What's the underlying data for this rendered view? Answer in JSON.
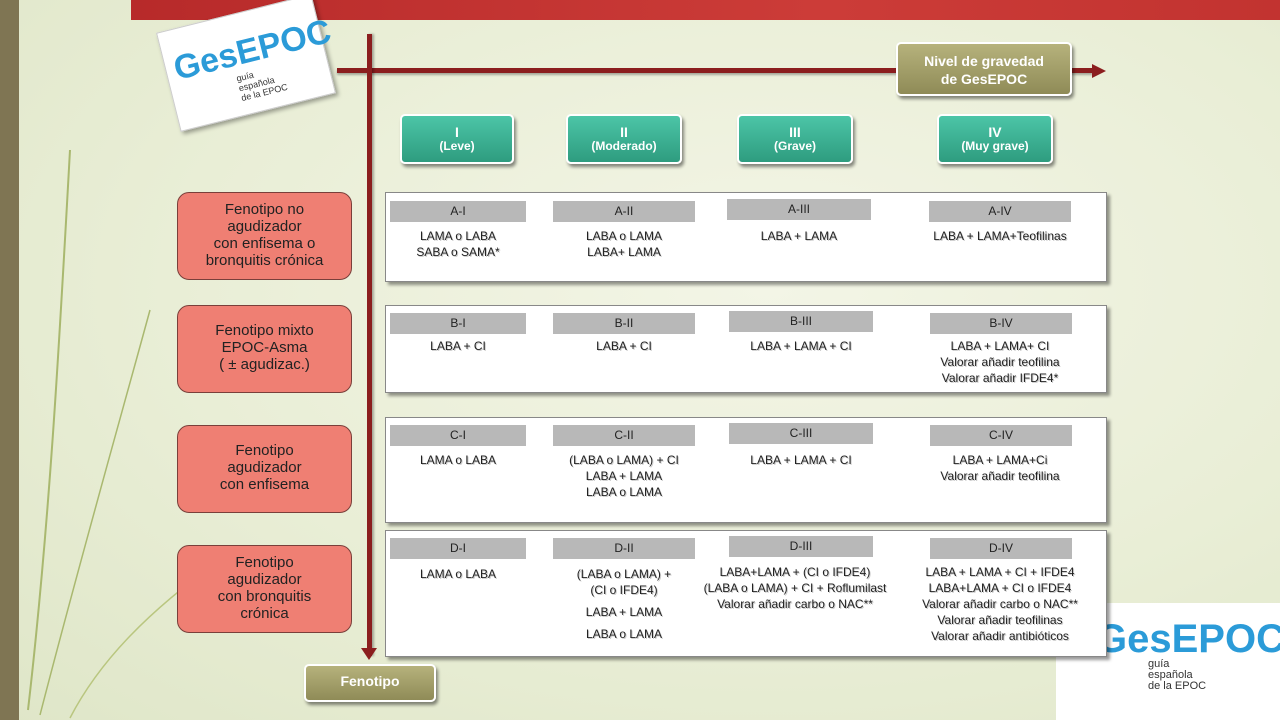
{
  "severity_axis_title": [
    "Nivel de gravedad",
    "de GesEPOC"
  ],
  "phenotype_axis_title": "Fenotipo",
  "logo": {
    "brand": "GesEPOC",
    "sub": [
      "guía",
      "española",
      "de la EPOC"
    ]
  },
  "severity_levels": [
    {
      "roman": "I",
      "name": "(Leve)"
    },
    {
      "roman": "II",
      "name": "(Moderado)"
    },
    {
      "roman": "III",
      "name": "(Grave)"
    },
    {
      "roman": "IV",
      "name": "(Muy grave)"
    }
  ],
  "phenotypes": [
    {
      "lines": [
        "Fenotipo no",
        "agudizador",
        "con enfisema o",
        "bronquitis crónica"
      ]
    },
    {
      "lines": [
        "Fenotipo mixto",
        "EPOC-Asma",
        "( ± agudizac.)"
      ]
    },
    {
      "lines": [
        "Fenotipo",
        "agudizador",
        "con enfisema"
      ]
    },
    {
      "lines": [
        "Fenotipo",
        "agudizador",
        "con bronquitis",
        "crónica"
      ]
    }
  ],
  "cells": [
    [
      {
        "code": "A-I",
        "lines": [
          "LAMA o LABA",
          "SABA o SAMA*"
        ]
      },
      {
        "code": "A-II",
        "lines": [
          "LABA o LAMA",
          "LABA+ LAMA"
        ]
      },
      {
        "code": "A-III",
        "lines": [
          "LABA + LAMA"
        ]
      },
      {
        "code": "A-IV",
        "lines": [
          "LABA + LAMA+Teofilinas"
        ]
      }
    ],
    [
      {
        "code": "B-I",
        "lines": [
          "LABA + CI"
        ]
      },
      {
        "code": "B-II",
        "lines": [
          "LABA + CI"
        ]
      },
      {
        "code": "B-III",
        "lines": [
          "LABA + LAMA + CI"
        ]
      },
      {
        "code": "B-IV",
        "lines": [
          "LABA + LAMA+ CI",
          "Valorar añadir teofilina",
          "Valorar añadir IFDE4*"
        ]
      }
    ],
    [
      {
        "code": "C-I",
        "lines": [
          "LAMA o LABA"
        ]
      },
      {
        "code": "C-II",
        "lines": [
          "(LABA o LAMA) + CI",
          "LABA + LAMA",
          "LABA o LAMA"
        ]
      },
      {
        "code": "C-III",
        "lines": [
          "LABA + LAMA + CI"
        ]
      },
      {
        "code": "C-IV",
        "lines": [
          "LABA + LAMA+Ci",
          "Valorar añadir  teofilina"
        ]
      }
    ],
    [
      {
        "code": "D-I",
        "lines": [
          "LAMA o LABA"
        ]
      },
      {
        "code": "D-II",
        "lines": [
          "(LABA o LAMA) +",
          "(CI o IFDE4)",
          "",
          "LABA + LAMA",
          "",
          "LABA o LAMA"
        ]
      },
      {
        "code": "D-III",
        "lines": [
          "LABA+LAMA + (CI o IFDE4)",
          "(LABA o LAMA) + CI + Roflumilast",
          "Valorar añadir carbo o NAC**"
        ]
      },
      {
        "code": "D-IV",
        "lines": [
          "LABA + LAMA + CI + IFDE4",
          "LABA+LAMA + CI o IFDE4",
          "Valorar añadir carbo o NAC**",
          "Valorar añadir teofilinas",
          "Valorar añadir antibióticos"
        ]
      }
    ]
  ]
}
